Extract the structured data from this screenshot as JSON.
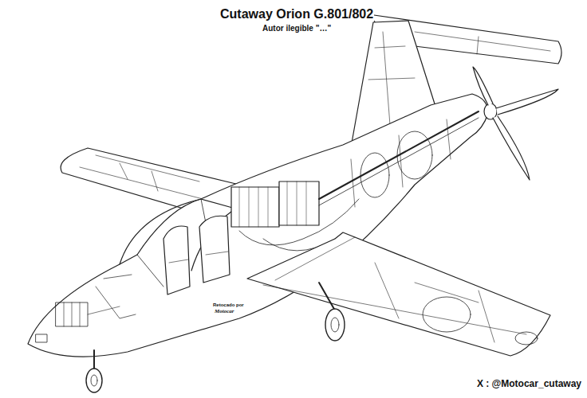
{
  "diagram": {
    "title": "Cutaway Orion G.801/802",
    "labels": [
      "Autor ilegible \"…\"",
      "Retocado por",
      "Motocar",
      "X : @Motocar_cutaway"
    ]
  }
}
